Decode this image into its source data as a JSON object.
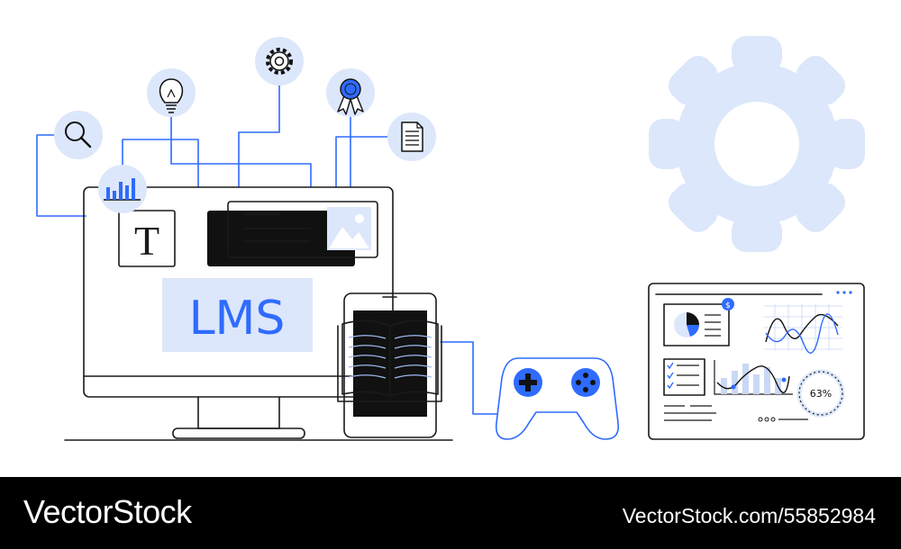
{
  "illustration": {
    "monitor_label": "LMS",
    "text_tile_glyph": "T",
    "progress_percent_label": "63%",
    "coin_symbol": "$",
    "accent_color": "#2f6bff",
    "tint_color": "#dce7fb",
    "ink_color": "#1a1a1a",
    "icons": [
      "search-icon",
      "bar-chart-icon",
      "lightbulb-icon",
      "gear-icon",
      "award-ribbon-icon",
      "document-icon",
      "image-icon",
      "open-book-icon",
      "gamepad-icon"
    ]
  },
  "footer": {
    "brand": "VectorStock",
    "credit": "VectorStock.com/55852984",
    "background": "#000000"
  }
}
